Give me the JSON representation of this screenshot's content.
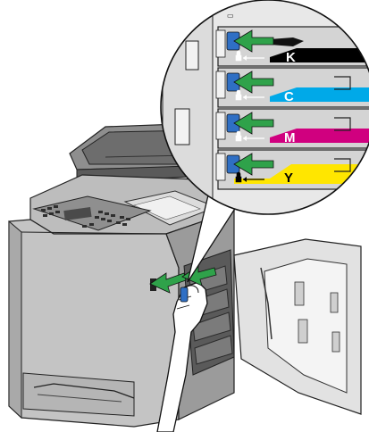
{
  "figure": {
    "colors": {
      "green": "#2fa24a",
      "blue": "#2f6fc4",
      "black": "#000000",
      "cyan": "#00a9e8",
      "magenta": "#d0007f",
      "yellow": "#ffe600",
      "printer_light": "#c9c9c9",
      "printer_mid": "#9a9a9a",
      "printer_dark": "#4a4a4a"
    },
    "cartridges": [
      {
        "label": "K",
        "color_name": "black",
        "color": "#000000",
        "label_color": "#ffffff"
      },
      {
        "label": "C",
        "color_name": "cyan",
        "color": "#00a9e8",
        "label_color": "#ffffff"
      },
      {
        "label": "M",
        "color_name": "magenta",
        "color": "#d0007f",
        "label_color": "#ffffff"
      },
      {
        "label": "Y",
        "color_name": "yellow",
        "color": "#ffe600",
        "label_color": "#000000"
      }
    ],
    "icons": [
      "lock-icon",
      "arrow-left-icon",
      "hand-icon",
      "printer-icon"
    ]
  }
}
